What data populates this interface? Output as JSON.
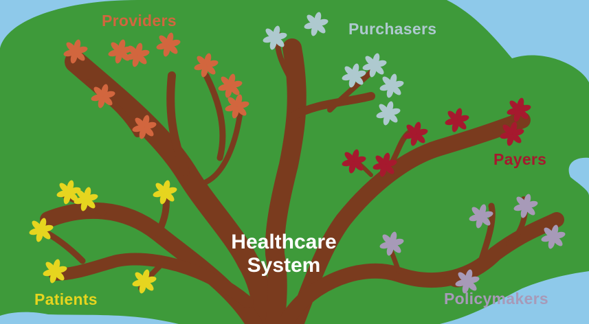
{
  "diagram": {
    "center": {
      "line1": "Healthcare",
      "line2": "System"
    },
    "groups": [
      {
        "key": "providers",
        "label": "Providers",
        "color": "#d2663e"
      },
      {
        "key": "purchasers",
        "label": "Purchasers",
        "color": "#aec9cf"
      },
      {
        "key": "payers",
        "label": "Payers",
        "color": "#a6192e"
      },
      {
        "key": "patients",
        "label": "Patients",
        "color": "#e6d51f"
      },
      {
        "key": "policymakers",
        "label": "Policymakers",
        "color": "#a79ab8"
      }
    ]
  },
  "colors": {
    "sky": "#8ec9ea",
    "canopy": "#3e9a3a",
    "trunk": "#7a3b1e",
    "center_text": "#ffffff"
  }
}
